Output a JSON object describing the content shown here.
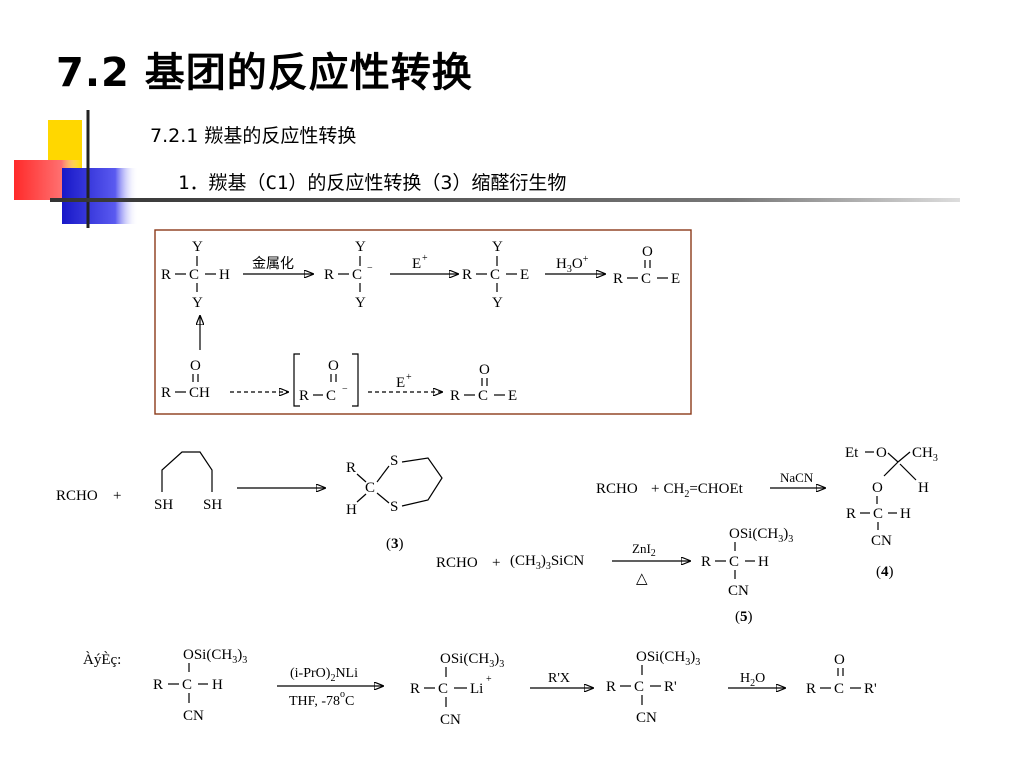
{
  "slide": {
    "title": "7.2  基团的反应性转换",
    "subtitle": "7.2.1  羰基的反应性转换",
    "subline_main": "1．羰基（C1）的反应性转换",
    "subline_tail": "（3）缩醛衍生物"
  },
  "colors": {
    "accent_yellow": "#ffd700",
    "accent_red": "#ff3030",
    "accent_blue": "#2828d8",
    "box_border": "#8b3a1a"
  },
  "scheme1": {
    "R": "R",
    "C": "C",
    "H": "H",
    "E": "E",
    "O": "O",
    "Y": "Y",
    "CH": "CH",
    "metalation": "金属化",
    "E_plus": "E",
    "h3o": "H",
    "h3o_sub": "3",
    "h3o_O": "O",
    "plus": "+",
    "minus": "−"
  },
  "scheme2": {
    "rcho": "RCHO",
    "plus": "+",
    "sh": "SH",
    "S": "S",
    "label3": "3",
    "rcho2": "RCHO",
    "ch2_vinyl": "CH",
    "ch2_sub": "2",
    "vinyl_rest": "=CHOEt",
    "nacn": "NaCN",
    "et": "Et",
    "ch3": "CH",
    "ch3_sub": "3",
    "cn": "CN",
    "label4": "4",
    "tms_reagent": "(CH",
    "tms_reagent_rest": "SiCN",
    "zni2": "ZnI",
    "zni2_sub": "2",
    "heat": "△",
    "osi": "OSi(CH",
    "osi_close": ")",
    "label5": "5"
  },
  "scheme3": {
    "prefix": "ÀýÈç:",
    "lda": "(i-PrO)",
    "lda_rest": "NLi",
    "thf": "THF,  -78",
    "deg": "o",
    "degC": "C",
    "li": "Li",
    "rx": "R'X",
    "rprime": "R'",
    "h2o": "H",
    "h2o_rest": "O",
    "osi2": "OSi(CH",
    "osi2_close": ")"
  }
}
